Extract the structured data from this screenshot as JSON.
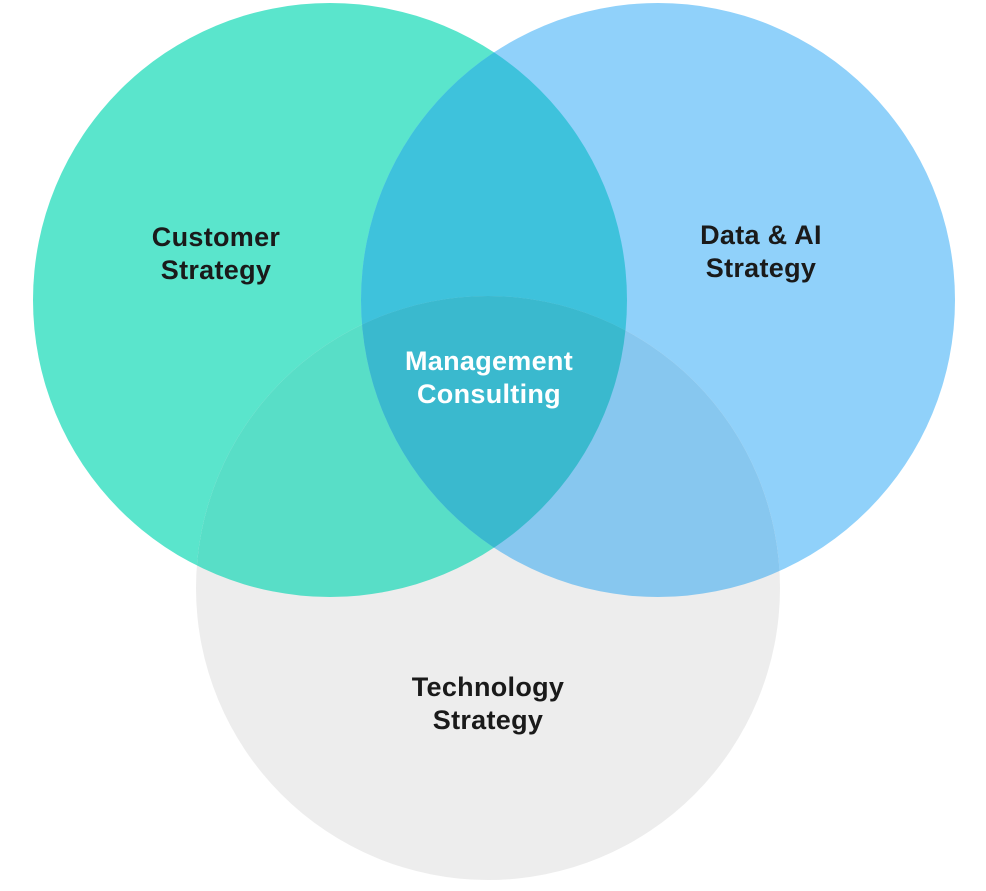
{
  "diagram": {
    "type": "venn",
    "description": "Three-circle Venn diagram of consulting strategy domains",
    "sets": [
      {
        "id": "customer",
        "label": "Customer\nStrategy",
        "color": "#5AE5CC"
      },
      {
        "id": "data_ai",
        "label": "Data & AI\nStrategy",
        "color": "#90D1FA"
      },
      {
        "id": "technology",
        "label": "Technology\nStrategy",
        "color": "#EDEDED"
      }
    ],
    "overlaps": {
      "customer_data_ai": {
        "color": "#3EC2DC",
        "label": ""
      },
      "customer_technology": {
        "color": "#58DEC7",
        "label": ""
      },
      "data_ai_technology": {
        "color": "#87C7EF",
        "label": ""
      },
      "center": {
        "color": "#3AB9CE",
        "label": "Management\nConsulting"
      }
    },
    "colors": {
      "background": "#FFFFFF",
      "label_text": "#1A1A1A",
      "center_label_text": "#FFFFFF"
    }
  }
}
